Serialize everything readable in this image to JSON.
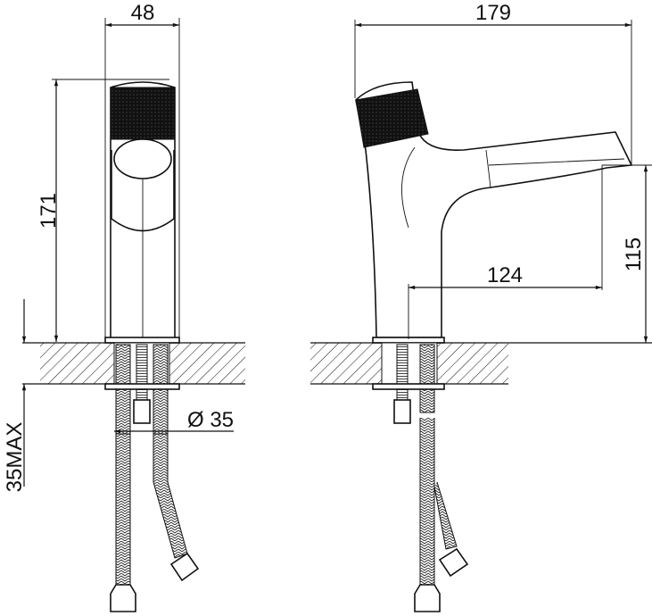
{
  "drawing": {
    "front_view": {
      "width_label": "48",
      "height_label": "171",
      "diameter_label": "Ø 35",
      "deck_thickness_label": "35MAX"
    },
    "side_view": {
      "length_label": "179",
      "reach_label": "124",
      "spout_height_label": "115"
    },
    "colors": {
      "line": "#111111",
      "background": "#ffffff",
      "handle_fill": "#111111"
    }
  }
}
